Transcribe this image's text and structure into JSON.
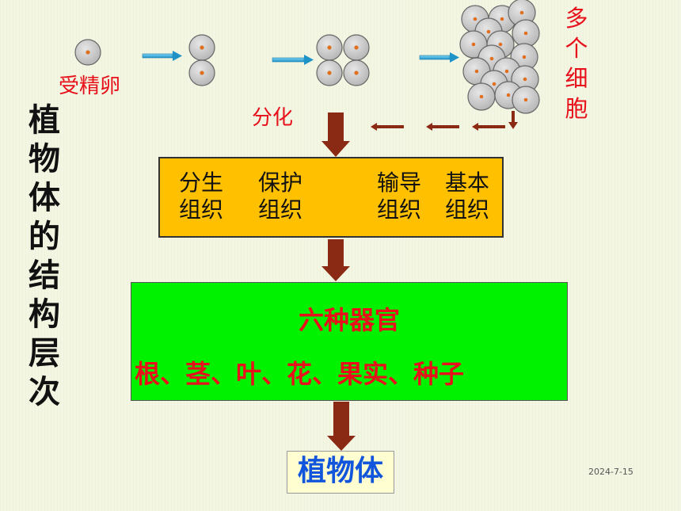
{
  "labels": {
    "fertilized_egg": "受精卵",
    "differentiation": "分化",
    "many_cells": [
      "多",
      "个",
      "细",
      "胞"
    ],
    "title_vertical": [
      "植",
      "物",
      "体",
      "的",
      "结",
      "构",
      "层",
      "次"
    ]
  },
  "tissues": {
    "meristematic": [
      "分生",
      "组织"
    ],
    "protective": [
      "保护",
      "组织"
    ],
    "conducting": [
      "输导",
      "组织"
    ],
    "ground": [
      "基本",
      "组织"
    ]
  },
  "organs": {
    "title": "六种器官",
    "list": "根、茎、叶、花、果实、种子"
  },
  "plant_body": "植物体",
  "date": "2024-7-15",
  "colors": {
    "tissue_box": "#ffc000",
    "organ_box": "#00f200",
    "red_text": "#e8101b",
    "blue_text": "#1155dd",
    "arrow_dark": "#8b2a14",
    "arrow_cyan": "#2aa7d8"
  }
}
